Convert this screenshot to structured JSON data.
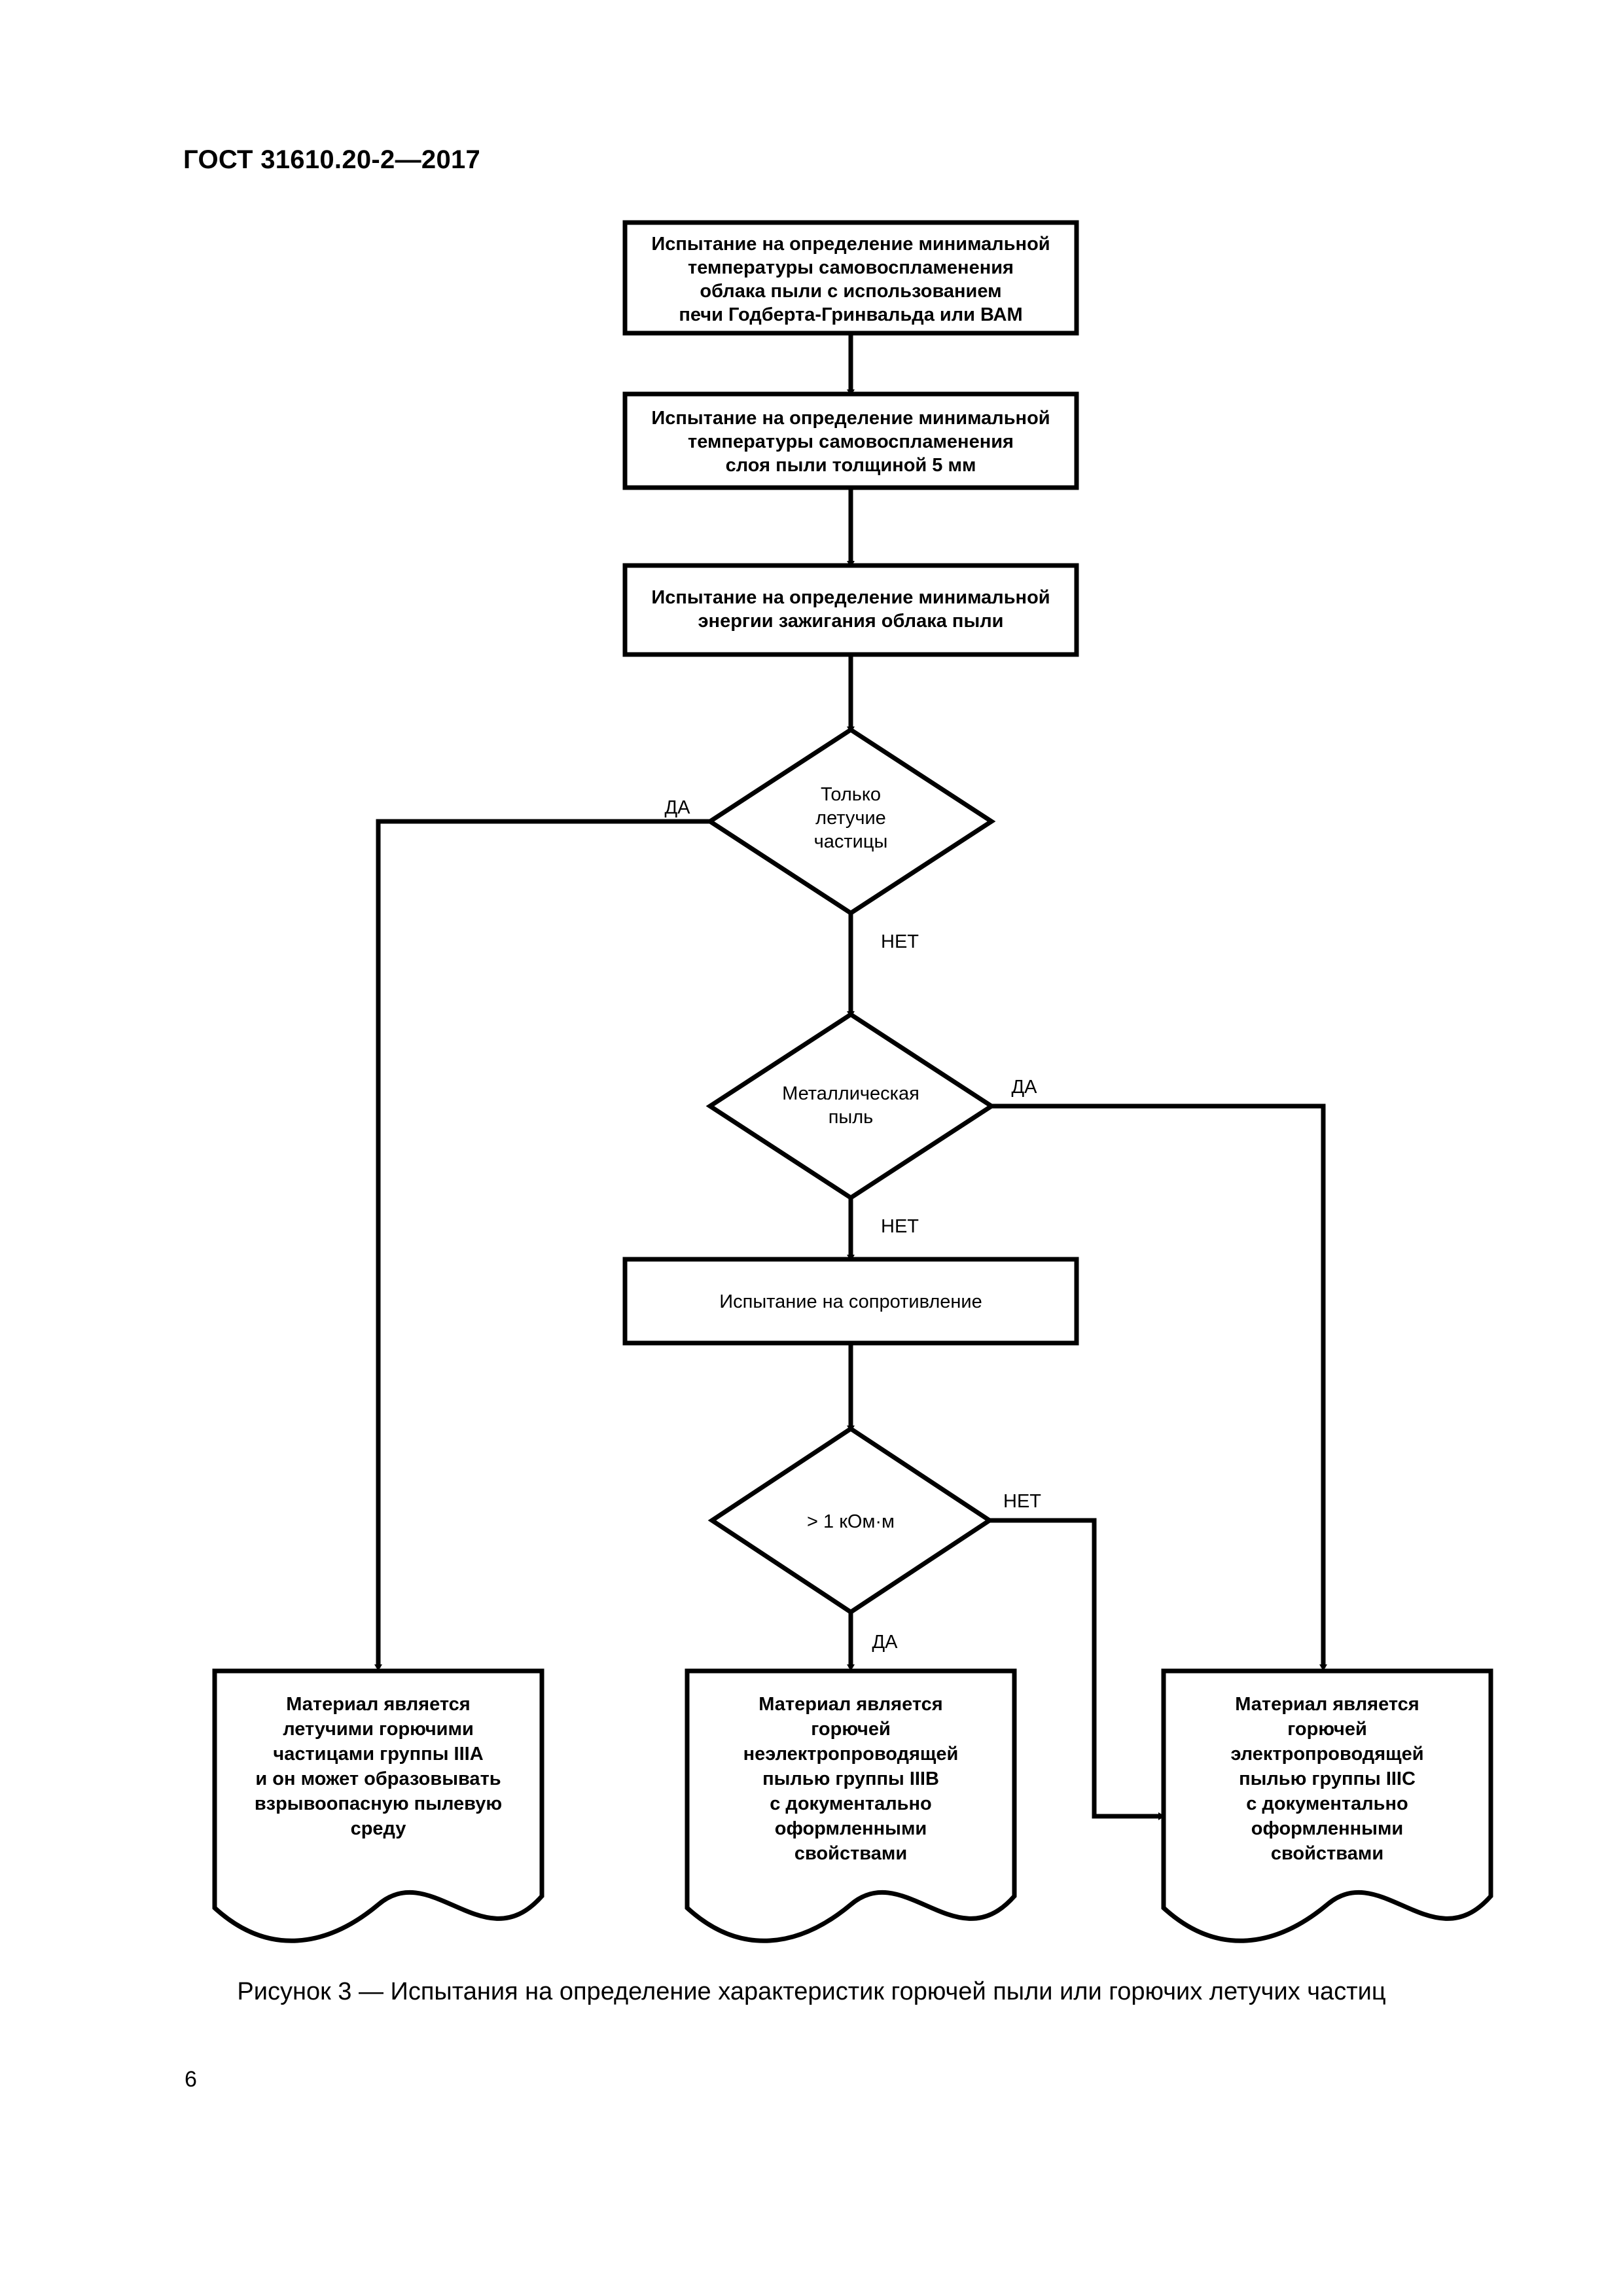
{
  "document": {
    "standard_header": "ГОСТ 31610.20-2—2017",
    "page_number": "6",
    "figure_caption": "Рисунок 3 — Испытания на определение характеристик горючей пыли или горючих летучих частиц"
  },
  "flowchart": {
    "process_1": {
      "line1": "Испытание на определение минимальной",
      "line2": "температуры самовоспламенения",
      "line3": "облака пыли с использованием",
      "line4": "печи Годберта-Гринвальда или ВАМ"
    },
    "process_2": {
      "line1": "Испытание на определение минимальной",
      "line2": "температуры самовоспламенения",
      "line3": "слоя пыли толщиной 5 мм"
    },
    "process_3": {
      "line1": "Испытание на определение минимальной",
      "line2": "энергии зажигания облака пыли"
    },
    "decision_1": {
      "line1": "Только",
      "line2": "летучие",
      "line3": "частицы",
      "yes_label": "ДА",
      "no_label": "НЕТ"
    },
    "decision_2": {
      "line1": "Металлическая",
      "line2": "пыль",
      "yes_label": "ДА",
      "no_label": "НЕТ"
    },
    "process_4": {
      "line1": "Испытание на сопротивление"
    },
    "decision_3": {
      "line1": "> 1 кОм·м",
      "yes_label": "ДА",
      "no_label": "НЕТ"
    },
    "terminal_left": {
      "line1": "Материал является",
      "line2": "летучими горючими",
      "line3": "частицами группы IIIA",
      "line4": "и он может образовывать",
      "line5": "взрывоопасную пылевую",
      "line6": "среду"
    },
    "terminal_middle": {
      "line1": "Материал является",
      "line2": "горючей",
      "line3": "неэлектропроводящей",
      "line4": "пылью группы IIIB",
      "line5": "с документально",
      "line6": "оформленными",
      "line7": "свойствами"
    },
    "terminal_right": {
      "line1": "Материал является",
      "line2": "горючей",
      "line3": "электропроводящей",
      "line4": "пылью группы IIIC",
      "line5": "с документально",
      "line6": "оформленными",
      "line7": "свойствами"
    }
  },
  "colors": {
    "ink": "#000000",
    "paper": "#ffffff"
  }
}
